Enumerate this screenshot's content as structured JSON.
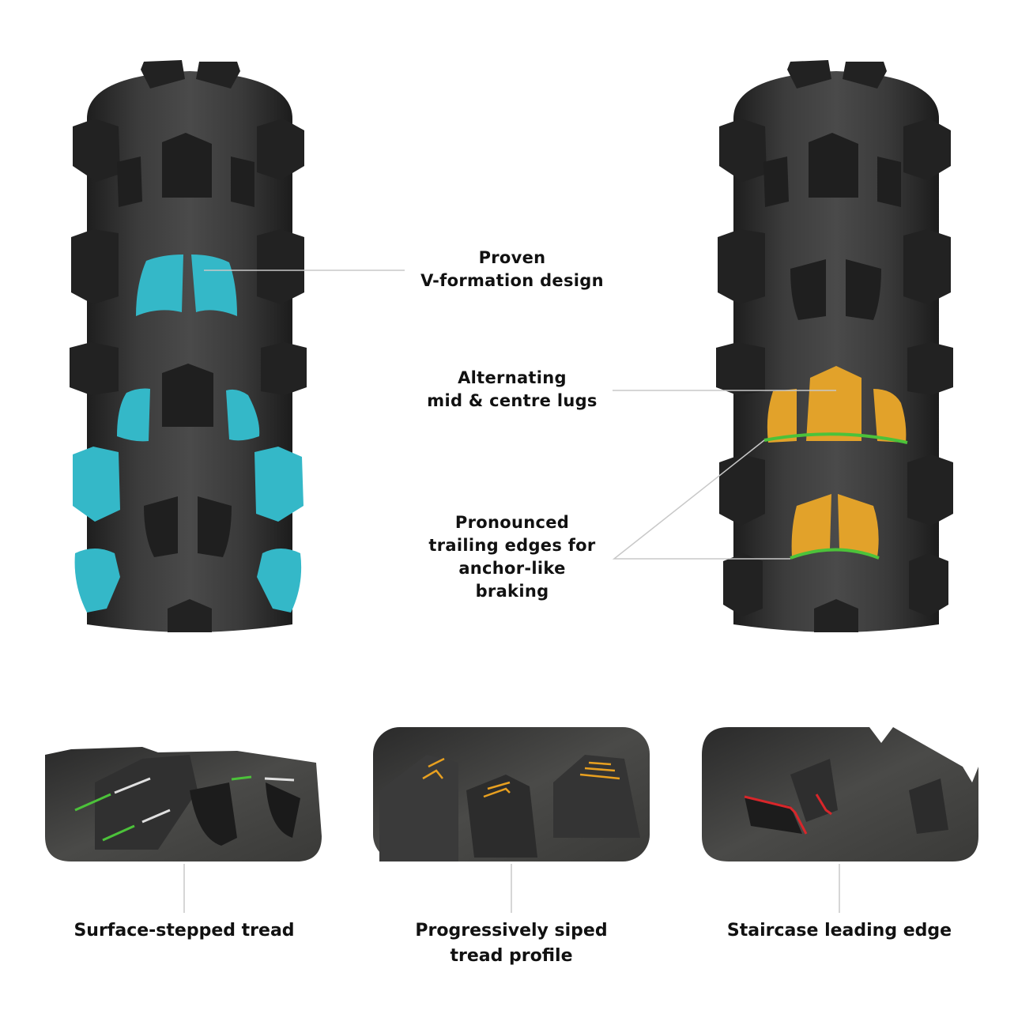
{
  "colors": {
    "background": "#ffffff",
    "tire_body": "#3a3a3a",
    "tire_lug": "#262626",
    "accent_teal": "#34b8c8",
    "accent_amber": "#e2a22a",
    "accent_green": "#4cc23a",
    "accent_orange_sipe": "#e8a020",
    "accent_red": "#d8262a",
    "leader_line": "#c8c8c8",
    "text": "#111111"
  },
  "tires": {
    "left": {
      "name": "Tire tread diagram with teal highlighted lugs"
    },
    "right": {
      "name": "Tire tread diagram with amber highlighted lugs"
    }
  },
  "callouts": {
    "v_formation": {
      "lines": [
        "Proven",
        "V-formation design"
      ]
    },
    "alternating": {
      "lines": [
        "Alternating",
        "mid & centre lugs"
      ]
    },
    "trailing": {
      "lines": [
        "Pronounced",
        "trailing edges for",
        "anchor-like",
        "braking"
      ]
    }
  },
  "details": [
    {
      "caption_lines": [
        "Surface-stepped tread"
      ],
      "highlight": "green-white"
    },
    {
      "caption_lines": [
        "Progressively siped",
        "tread profile"
      ],
      "highlight": "amber-sipes"
    },
    {
      "caption_lines": [
        "Staircase leading edge"
      ],
      "highlight": "red-edge"
    }
  ]
}
